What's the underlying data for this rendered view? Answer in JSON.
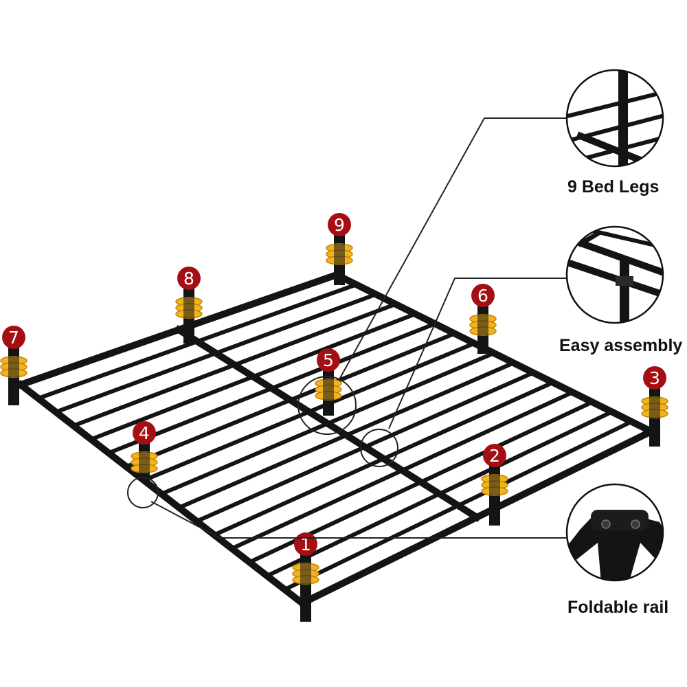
{
  "colors": {
    "frame": "#141414",
    "badge": "#a50f14",
    "spring": "#f2b320",
    "spring_stroke": "#c58400",
    "line": "#222222"
  },
  "legs": [
    {
      "number": "1"
    },
    {
      "number": "2"
    },
    {
      "number": "3"
    },
    {
      "number": "4"
    },
    {
      "number": "5"
    },
    {
      "number": "6"
    },
    {
      "number": "7"
    },
    {
      "number": "8"
    },
    {
      "number": "9"
    }
  ],
  "callouts": [
    {
      "label": "9 Bed Legs"
    },
    {
      "label": "Easy assembly"
    },
    {
      "label": "Foldable rail"
    }
  ]
}
